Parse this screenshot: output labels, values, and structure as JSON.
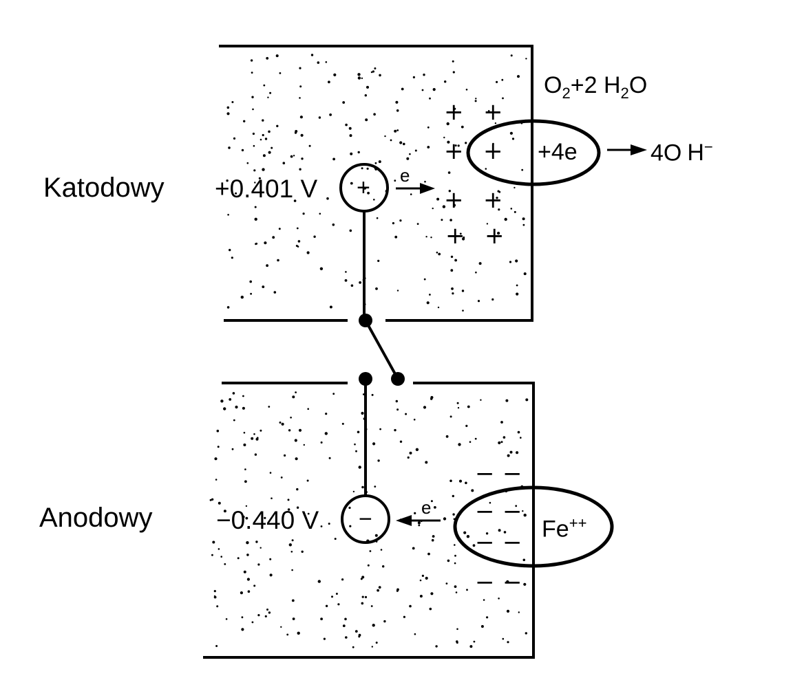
{
  "cathode": {
    "label": "Katodowy",
    "potential": "+0.401 V",
    "terminal_sign": "+",
    "electron": "e",
    "reactants": "O2+2 H2O",
    "reactants_parts": [
      "O",
      "2",
      "+2 H",
      "2",
      "O"
    ],
    "charge": "+4e",
    "product": "4OH⁻",
    "product_parts": [
      "4O",
      "H",
      "−"
    ],
    "plus_sign": "+"
  },
  "anode": {
    "label": "Anodowy",
    "potential": "−0.440 V",
    "terminal_sign": "−",
    "electron": "e",
    "ion": "Fe⁺⁺",
    "ion_parts": [
      "Fe",
      "++"
    ],
    "minus_sign": "−"
  },
  "colors": {
    "ink": "#000000",
    "background": "#ffffff"
  }
}
